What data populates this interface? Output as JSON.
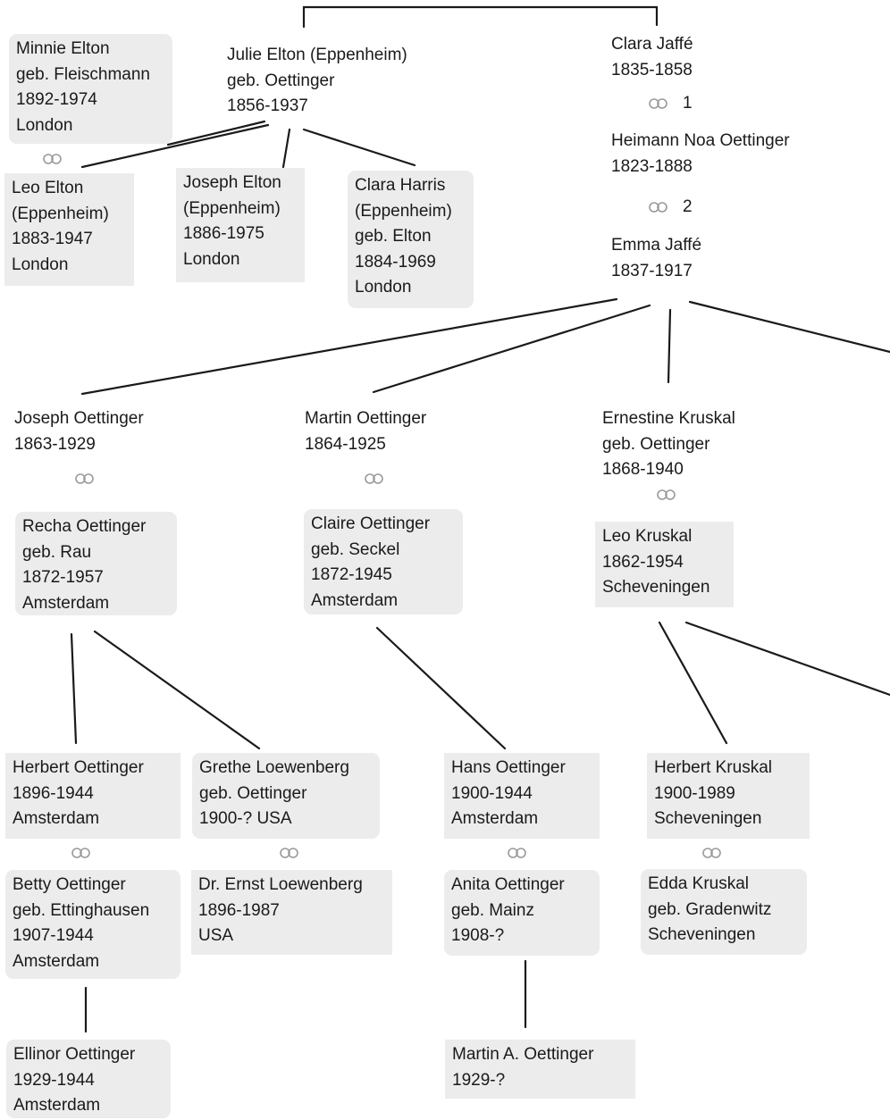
{
  "people": {
    "minnie": [
      "Minnie Elton",
      "geb. Fleischmann",
      "1892-1974",
      "London"
    ],
    "julie": [
      "Julie Elton (Eppenheim)",
      "geb. Oettinger",
      "1856-1937"
    ],
    "clara_jaffe": [
      "Clara Jaffé",
      "1835-1858"
    ],
    "heimann": [
      "Heimann Noa Oettinger",
      "1823-1888"
    ],
    "emma": [
      "Emma Jaffé",
      "1837-1917"
    ],
    "leo_elton": [
      "Leo Elton",
      "(Eppenheim)",
      "1883-1947",
      "London"
    ],
    "joseph_elton": [
      "Joseph Elton",
      "(Eppenheim)",
      "1886-1975",
      "London"
    ],
    "clara_harris": [
      "Clara Harris",
      "(Eppenheim)",
      "geb. Elton",
      "1884-1969",
      "London"
    ],
    "joseph_oettinger": [
      "Joseph Oettinger",
      "1863-1929"
    ],
    "martin_oettinger": [
      "Martin Oettinger",
      "1864-1925"
    ],
    "ernestine": [
      "Ernestine Kruskal",
      "geb. Oettinger",
      "1868-1940"
    ],
    "recha": [
      "Recha Oettinger",
      "geb. Rau",
      "1872-1957",
      "Amsterdam"
    ],
    "claire": [
      "Claire Oettinger",
      "geb. Seckel",
      "1872-1945",
      "Amsterdam"
    ],
    "leo_kruskal": [
      "Leo Kruskal",
      "1862-1954",
      "Scheveningen"
    ],
    "herbert_oettinger": [
      "Herbert Oettinger",
      "1896-1944",
      "Amsterdam"
    ],
    "grethe": [
      "Grethe Loewenberg",
      "geb. Oettinger",
      "1900-? USA"
    ],
    "hans": [
      "Hans Oettinger",
      "1900-1944",
      "Amsterdam"
    ],
    "herbert_kruskal": [
      "Herbert Kruskal",
      "1900-1989",
      "Scheveningen"
    ],
    "betty": [
      "Betty Oettinger",
      "geb. Ettinghausen",
      "1907-1944",
      "Amsterdam"
    ],
    "ernst": [
      "Dr. Ernst Loewenberg",
      "1896-1987",
      "USA"
    ],
    "anita": [
      "Anita Oettinger",
      "geb. Mainz",
      "1908-?"
    ],
    "edda": [
      "Edda Kruskal",
      "geb. Gradenwitz",
      "Scheveningen"
    ],
    "ellinor": [
      "Ellinor Oettinger",
      "1929-1944",
      "Amsterdam"
    ],
    "martin_a": [
      "Martin A. Oettinger",
      "1929-?"
    ]
  },
  "marriage_numbers": {
    "first": "1",
    "second": "2"
  },
  "colors": {
    "box": "#ececec",
    "line": "#1a1a1a",
    "rings": "#9a9a9a"
  },
  "icon_names": {
    "marriage": "wedding-rings-icon"
  }
}
